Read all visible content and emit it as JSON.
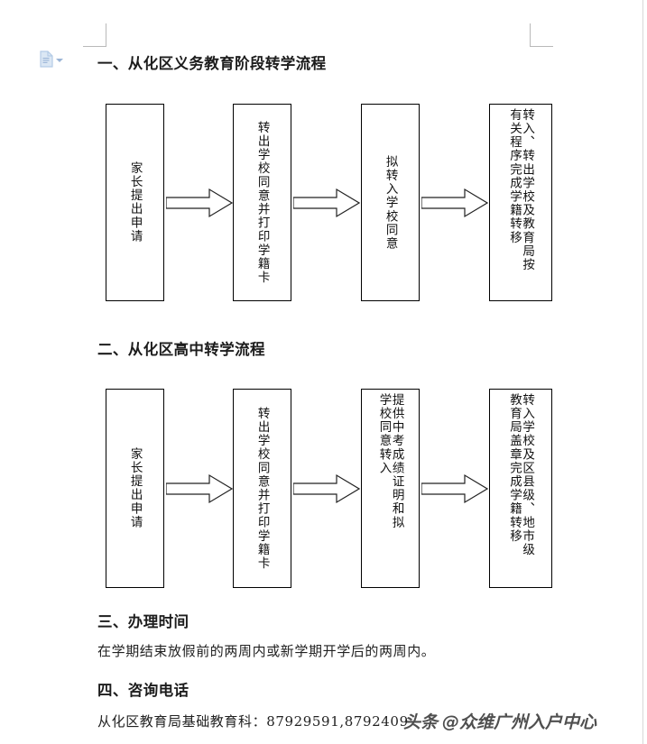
{
  "document": {
    "icon": "document-icon",
    "caret": "chevron-down-icon"
  },
  "sections": [
    {
      "id": "section-1",
      "heading": "一、从化区义务教育阶段转学流程",
      "chart_data": {
        "type": "diagram",
        "orientation": "horizontal",
        "nodes": [
          {
            "columns": [
              "家长提出申请"
            ]
          },
          {
            "columns": [
              "转出学校同意并打印学籍卡"
            ]
          },
          {
            "columns": [
              "拟转入学校同意"
            ]
          },
          {
            "columns": [
              "转入、转出学校及教育局按",
              "有关程序完成学籍转移"
            ]
          }
        ],
        "connectors": [
          "block-arrow-right",
          "block-arrow-right",
          "block-arrow-right"
        ]
      }
    },
    {
      "id": "section-2",
      "heading": "二、从化区高中转学流程",
      "chart_data": {
        "type": "diagram",
        "orientation": "horizontal",
        "nodes": [
          {
            "columns": [
              "家长提出申请"
            ]
          },
          {
            "columns": [
              "转出学校同意并打印学籍卡"
            ]
          },
          {
            "columns": [
              "提供中考成绩证明和拟",
              "学校同意转入"
            ]
          },
          {
            "columns": [
              "转入学校及区县级、地市级",
              "教育局盖章完成学籍转移"
            ]
          }
        ],
        "connectors": [
          "block-arrow-right",
          "block-arrow-right",
          "block-arrow-right"
        ]
      }
    },
    {
      "id": "section-3",
      "heading": "三、办理时间",
      "body": "在学期结束放假前的两周内或新学期开学后的两周内。"
    },
    {
      "id": "section-4",
      "heading": "四、咨询电话",
      "body": "从化区教育局基础教育科：87929591,8792409"
    }
  ],
  "watermark": {
    "badge": "头条",
    "handle": "@众维广州入户中心"
  },
  "colors": {
    "page_background": "#ffffff",
    "text": "#1a1a1a",
    "box_border": "#000000",
    "corner_mark": "#b9b9b9",
    "doc_icon": "#b4cbe6"
  }
}
